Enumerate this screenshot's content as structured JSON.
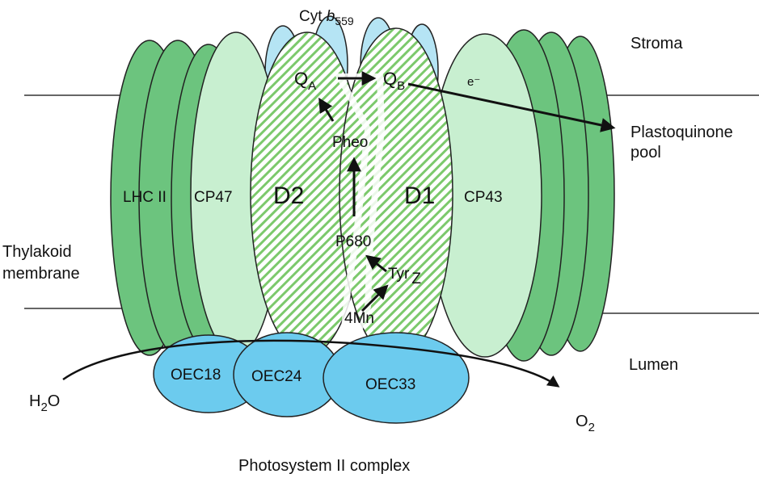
{
  "cyt": {
    "base": "Cyt ",
    "italic": "b",
    "sub": "559"
  },
  "regions": {
    "stroma": "Stroma",
    "thylakoid_line1": "Thylakoid",
    "thylakoid_line2": "membrane",
    "lumen": "Lumen"
  },
  "subunits": {
    "lhc": "LHC II",
    "cp47": "CP47",
    "d2": "D2",
    "d1": "D1",
    "cp43": "CP43",
    "oec18": "OEC18",
    "oec24": "OEC24",
    "oec33": "OEC33"
  },
  "carriers": {
    "qa_main": "Q",
    "qa_sub": "A",
    "qb_main": "Q",
    "qb_sub": "B",
    "electron": "e⁻",
    "pheo": "Pheo",
    "p680": "P680",
    "tyr": "Tyr",
    "tyr_sub": "Z",
    "mn": "4Mn"
  },
  "pool_line1": "Plastoquinone",
  "pool_line2": "pool",
  "h2o": {
    "main": "H",
    "sub": "2",
    "tail": "O"
  },
  "o2": {
    "main": "O",
    "sub": "2"
  },
  "caption": "Photosystem II complex",
  "colors": {
    "dark_green": "#6cc47e",
    "mid_green": "#8fd89a",
    "light_green": "#c8efd0",
    "hatch_green": "#7cc96c",
    "cyan_light": "#b5e4f4",
    "oec_blue": "#6ccbee"
  }
}
